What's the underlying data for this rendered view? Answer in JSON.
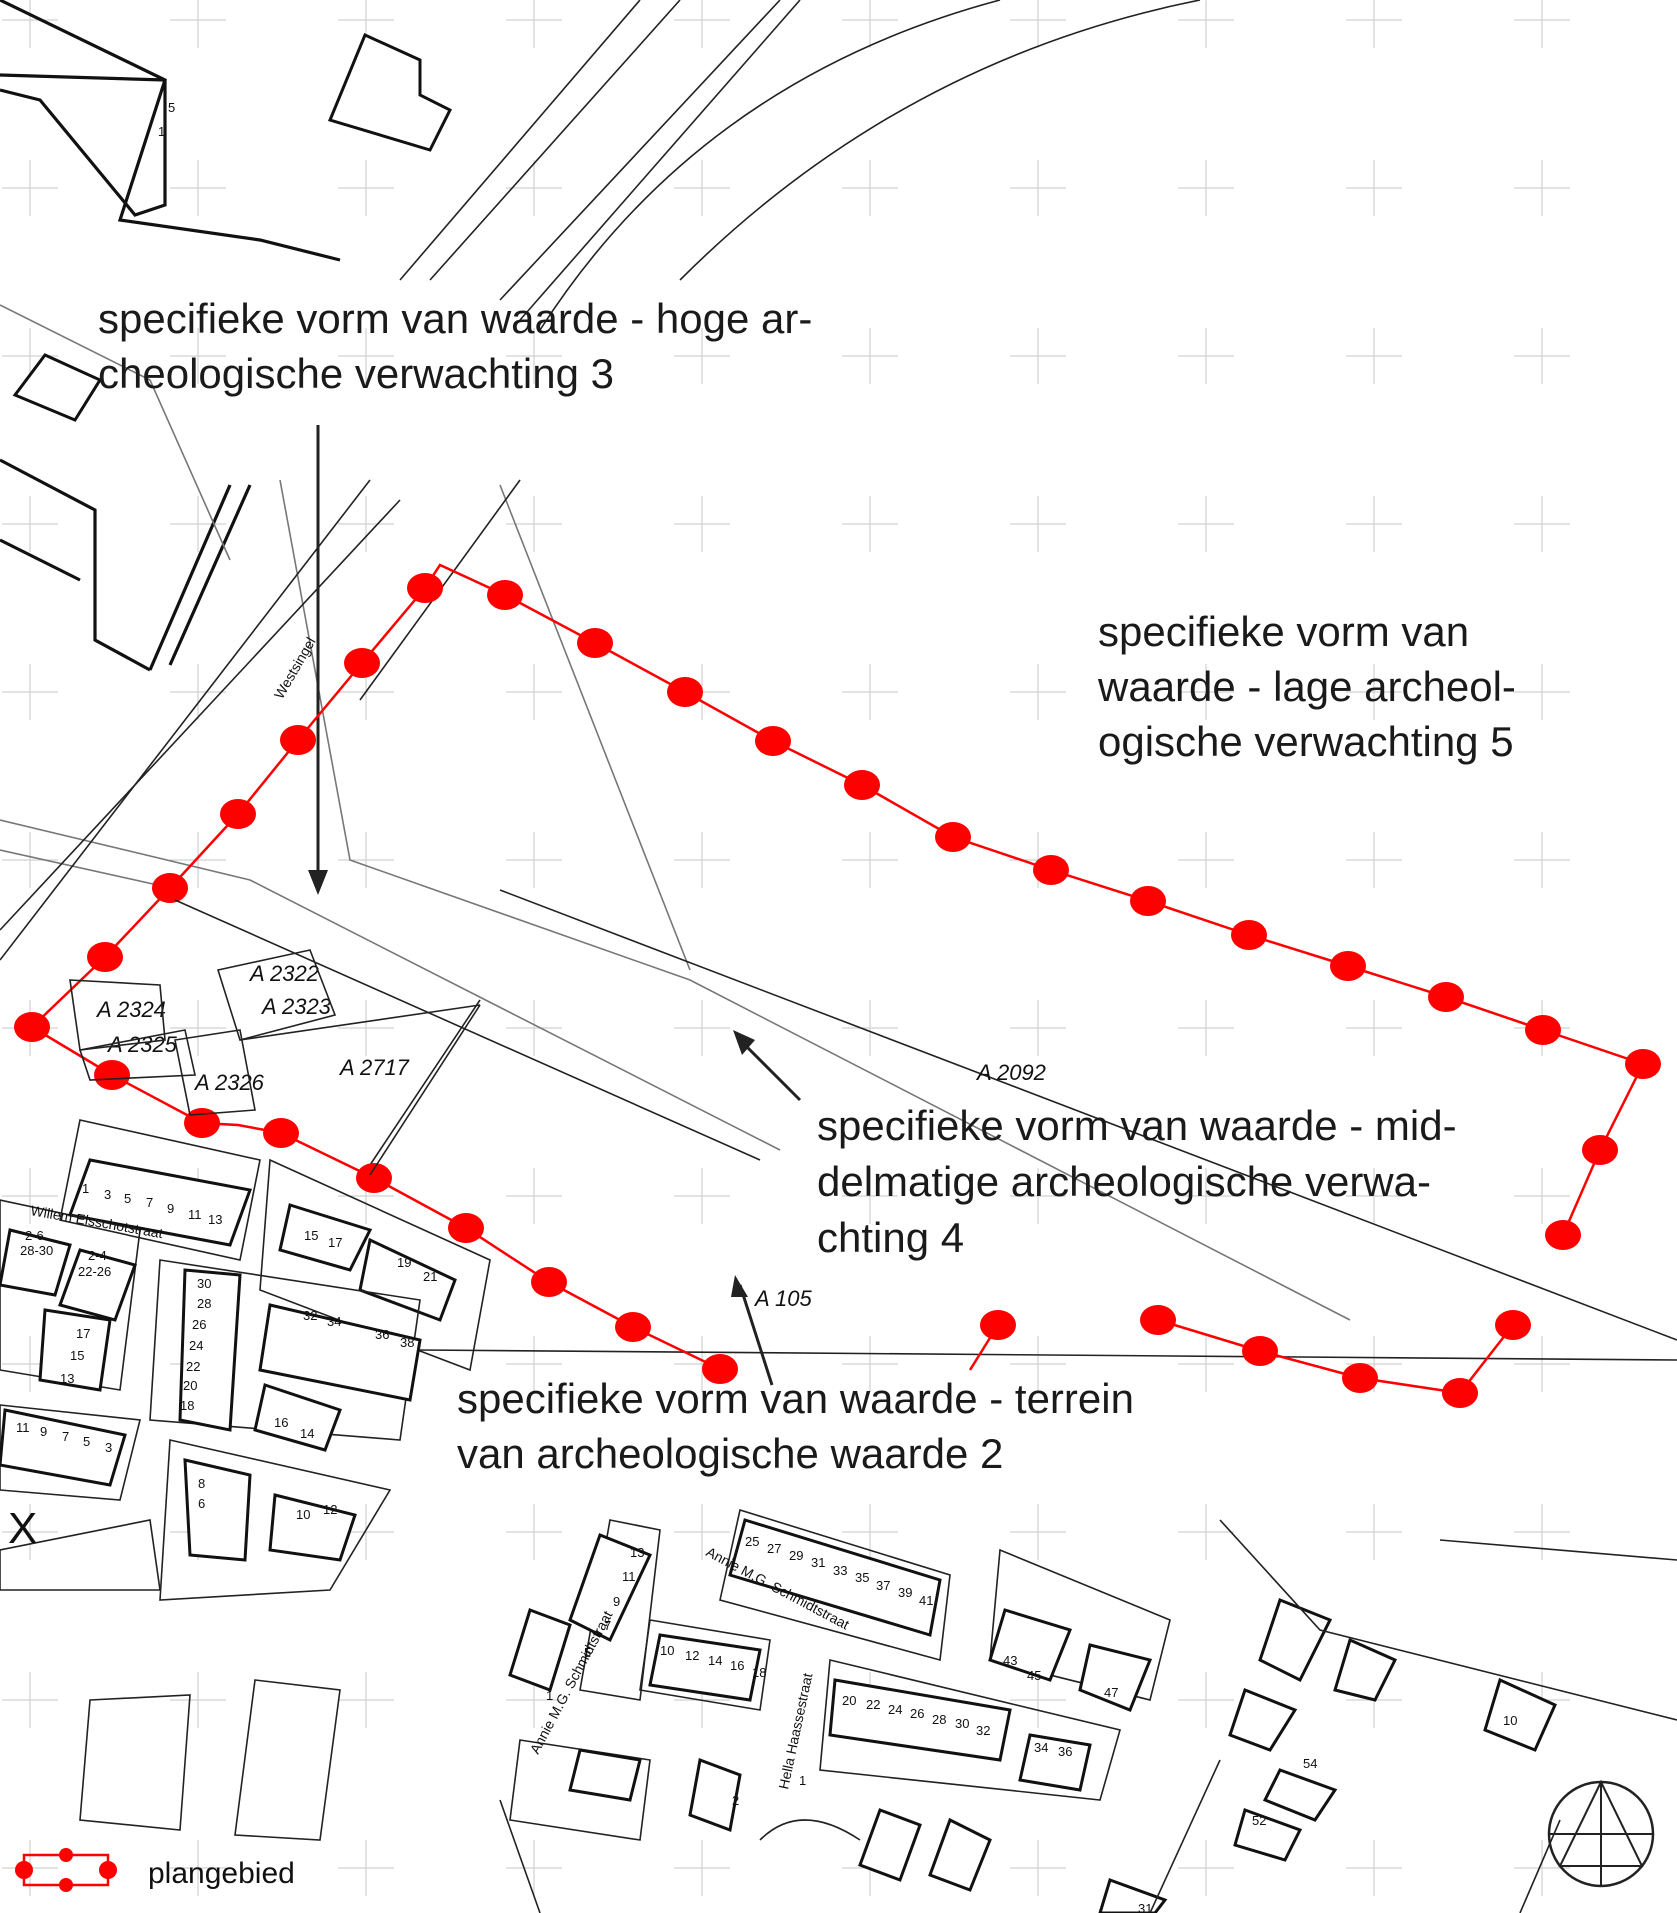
{
  "annotations": {
    "hoog": [
      "specifieke vorm van waarde - hoge ar-",
      "cheologische verwachting 3"
    ],
    "laag": [
      "specifieke vorm van",
      "waarde - lage archeol-",
      "ogische verwachting 5"
    ],
    "middel": [
      "specifieke vorm van waarde - mid-",
      "delmatige archeologische verwa-",
      "chting 4"
    ],
    "terrein": [
      "specifieke vorm van waarde - terrein",
      "van archeologische waarde 2"
    ]
  },
  "parcels": {
    "p2322": "A  2322",
    "p2323": "A  2323",
    "p2324": "A  2324",
    "p2325": "A  2325",
    "p2326": "A  2326",
    "p2717": "A  2717",
    "p2092": "A  2092",
    "p105": "A  105"
  },
  "streets": {
    "westsingel": "Westsingel",
    "elsschot": "Willem Elsschotstraat",
    "schmidt1": "Annie M.G. Schmidtstraat",
    "schmidt2": "Annie M.G. Schmidtstraat",
    "schmidt3": "Annie M.G. Schmidtstraat",
    "haasse": "Hella Haassestraat"
  },
  "house_numbers": {
    "top": [
      "5",
      "1"
    ],
    "row_a": [
      "1",
      "3",
      "5",
      "7",
      "9",
      "11",
      "13"
    ],
    "row_b": [
      "15",
      "17",
      "19",
      "21"
    ],
    "row_c": [
      "30",
      "28",
      "26",
      "24",
      "22",
      "20",
      "18"
    ],
    "row_d": [
      "32",
      "34",
      "36",
      "38"
    ],
    "row_e": [
      "17",
      "15",
      "13"
    ],
    "row_f": [
      "11",
      "9",
      "7",
      "5",
      "3"
    ],
    "row_g": [
      "16",
      "14",
      "8",
      "6",
      "10",
      "12"
    ],
    "row_h": [
      "25",
      "27",
      "29",
      "31",
      "33",
      "35",
      "37",
      "39",
      "41"
    ],
    "row_i": [
      "13",
      "11",
      "9",
      "7",
      "5",
      "1"
    ],
    "row_j": [
      "10",
      "12",
      "14",
      "16",
      "18"
    ],
    "row_k": [
      "20",
      "22",
      "24",
      "26",
      "28",
      "30",
      "32",
      "34",
      "36"
    ],
    "row_l": [
      "43",
      "45",
      "47",
      "54",
      "52",
      "10",
      "31",
      "2",
      "1"
    ],
    "block_left": [
      "2-6",
      "28-30",
      "2-4",
      "22-26"
    ]
  },
  "markers": {
    "x": "X"
  },
  "legend": {
    "label": "plangebied"
  },
  "colors": {
    "boundary": "#ff0000",
    "grid": "#d0d0d0",
    "lines": "#111111"
  }
}
